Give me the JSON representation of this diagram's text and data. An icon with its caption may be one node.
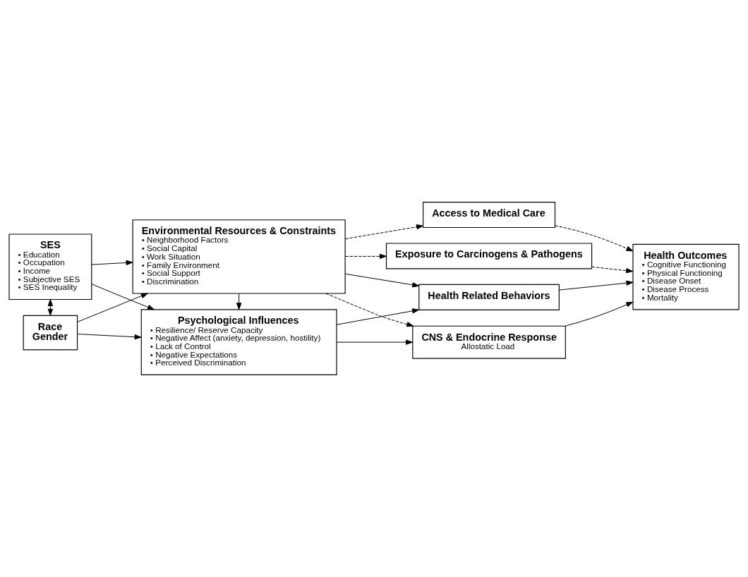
{
  "diagram": {
    "nodes": [
      {
        "text": [
          "SES",
          "• Education",
          "• Occupation",
          "• Income",
          "• Subjective SES",
          "• SES Inequality"
        ]
      },
      {
        "text": [
          "Race",
          "Gender"
        ]
      },
      {
        "text": [
          "Environmental Resources & Constraints",
          "• Neighborhood Factors",
          "• Social Capital",
          "• Work Situation",
          "• Family Environment",
          "• Social Support",
          "• Discrimination"
        ]
      },
      {
        "text": [
          "Psychological Influences",
          "• Resilience/ Reserve Capacity",
          "• Negative Affect (anxiety, depression, hostility)",
          "• Lack of Control",
          "• Negative Expectations",
          "• Perceived Discrimination"
        ]
      },
      {
        "text": [
          "Access to Medical Care"
        ]
      },
      {
        "text": [
          "Exposure to Carcinogens & Pathogens"
        ]
      },
      {
        "text": [
          "Health Related Behaviors"
        ]
      },
      {
        "text": [
          "CNS & Endocrine Response",
          "Allostatic Load"
        ]
      },
      {
        "text": [
          "Health Outcomes",
          "• Cognitive Functioning",
          "• Physical Functioning",
          "• Disease Onset",
          "• Disease Process",
          "• Mortality"
        ]
      }
    ],
    "edges": [
      {
        "from": 0,
        "to": 1,
        "arrow": "both"
      },
      {
        "from": 0,
        "to": 2,
        "arrow": "to"
      },
      {
        "from": 0,
        "to": 3,
        "arrow": "to"
      },
      {
        "from": 1,
        "to": 2,
        "arrow": "to"
      },
      {
        "from": 1,
        "to": 3,
        "arrow": "to"
      },
      {
        "from": 2,
        "to": 4,
        "arrow": "to",
        "style": "dashed"
      },
      {
        "from": 2,
        "to": 5,
        "arrow": "to",
        "style": "dashed"
      },
      {
        "from": 2,
        "to": 3,
        "arrow": "to"
      },
      {
        "from": 2,
        "to": 6,
        "arrow": "to"
      },
      {
        "from": 2,
        "to": 7,
        "arrow": "to",
        "style": "dashed"
      },
      {
        "from": 3,
        "to": 6,
        "arrow": "to"
      },
      {
        "from": 3,
        "to": 7,
        "arrow": "to"
      },
      {
        "from": 4,
        "to": 8,
        "arrow": "to",
        "style": "dashed"
      },
      {
        "from": 5,
        "to": 8,
        "arrow": "to",
        "style": "dashed"
      },
      {
        "from": 6,
        "to": 8,
        "arrow": "to"
      },
      {
        "from": 7,
        "to": 8,
        "arrow": "to"
      }
    ]
  }
}
